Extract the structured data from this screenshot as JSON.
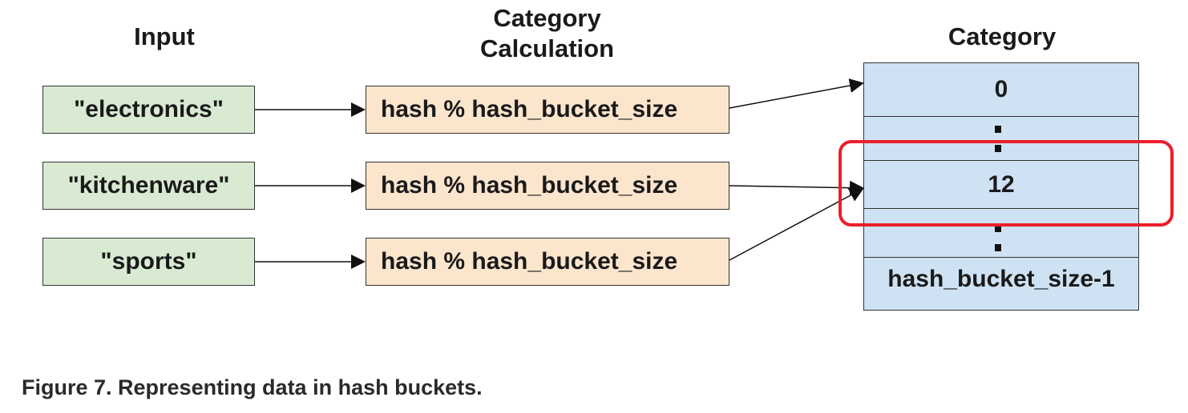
{
  "headings": {
    "input": "Input",
    "calc_line1": "Category",
    "calc_line2": "Calculation",
    "category": "Category"
  },
  "inputs": [
    "\"electronics\"",
    "\"kitchenware\"",
    "\"sports\""
  ],
  "calculation": "hash % hash_bucket_size",
  "buckets": {
    "first": "0",
    "highlighted": "12",
    "last": "hash_bucket_size-1"
  },
  "colors": {
    "input_fill": "#d9ead3",
    "calc_fill": "#fce5cd",
    "bucket_fill": "#cfe2f3",
    "highlight": "#e8202a"
  },
  "caption": "Figure 7. Representing data in hash buckets."
}
